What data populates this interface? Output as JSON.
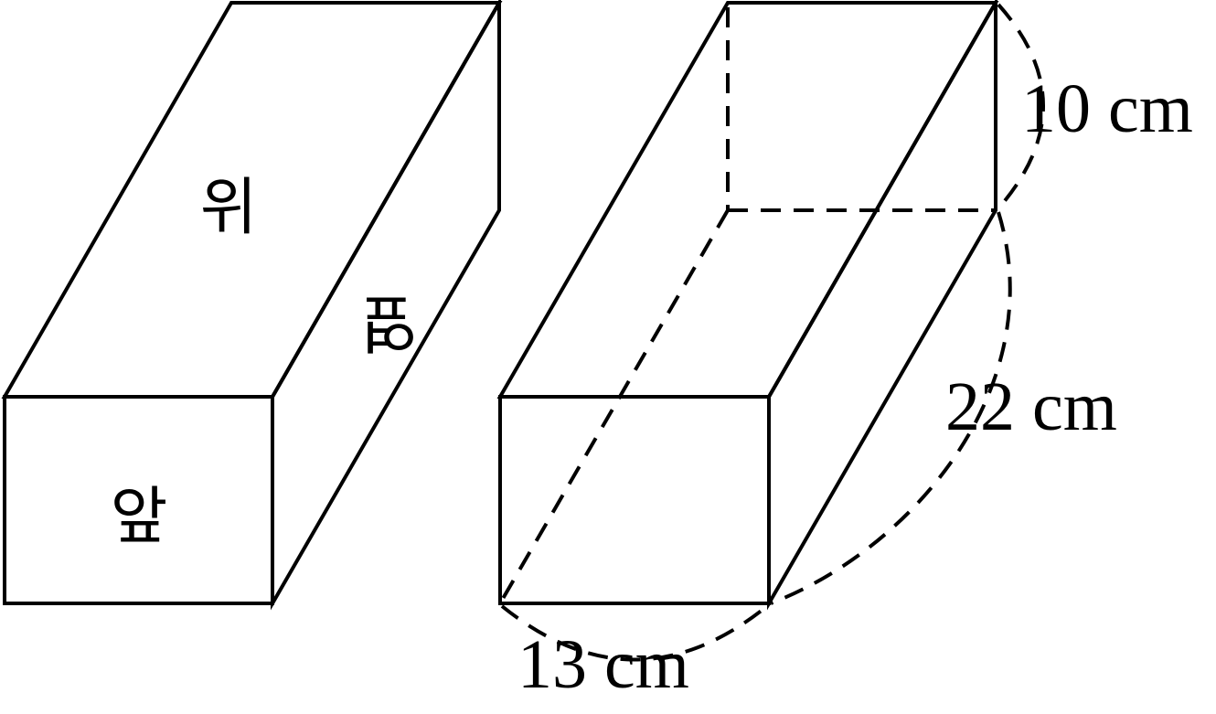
{
  "colors": {
    "top_face": "#f2eff7",
    "front_face": "#e2d6ea",
    "side_face": "#e2d6ea",
    "edge": "#000000"
  },
  "left_box": {
    "top_label": "위",
    "side_label": "옆",
    "front_label": "앞"
  },
  "right_box": {
    "height_label": "10 cm",
    "length_label": "22 cm",
    "width_label": "13 cm"
  }
}
